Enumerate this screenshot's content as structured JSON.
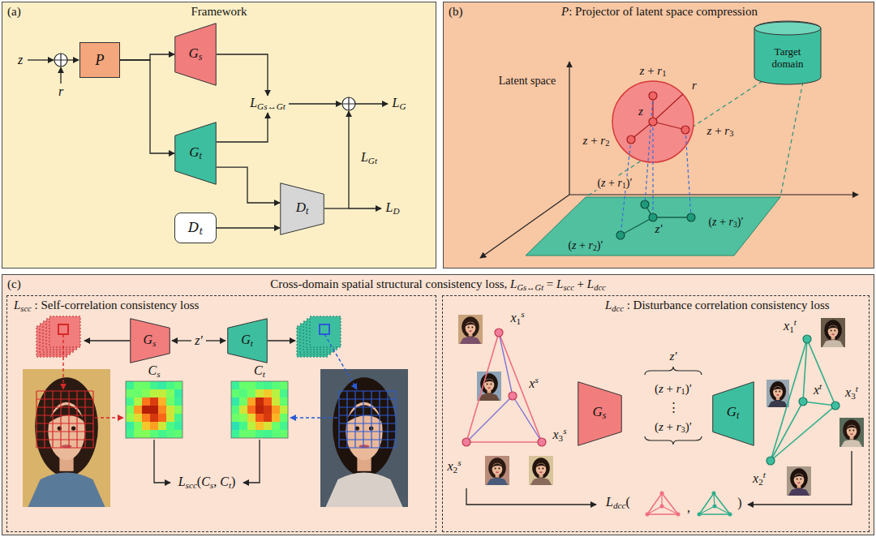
{
  "diagram": {
    "nodes": [
      {
        "text": [
          "(a)",
          "Framework"
        ]
      },
      {
        "text": [
          "P"
        ],
        "in": 0
      },
      {
        "text": [
          "Gs"
        ],
        "in": 0
      },
      {
        "text": [
          "Gt"
        ],
        "in": 0
      },
      {
        "text": [
          "Dt"
        ],
        "in": 0
      },
      {
        "text": [
          "Dt"
        ],
        "in": 0
      },
      {
        "text": [
          "(b)",
          "P: Projector of latent space compression"
        ]
      },
      {
        "text": [
          "Target domain"
        ],
        "in": 6
      },
      {
        "text": [
          "(c)",
          "Cross-domain spatial structural consistency loss, LGs↔Gt = Lscc + Ldcc"
        ]
      },
      {
        "text": [
          "Lscc : Self-correlation consistency loss"
        ],
        "in": 8
      },
      {
        "text": [
          "Gs"
        ],
        "in": 9
      },
      {
        "text": [
          "Gt"
        ],
        "in": 9
      },
      {
        "text": [
          "Ldcc : Disturbance correlation consistency loss"
        ],
        "in": 8
      },
      {
        "text": [
          "Gs"
        ],
        "in": 12
      },
      {
        "text": [
          "Gt"
        ],
        "in": 12
      }
    ],
    "edges": [
      {
        "from": 1,
        "to": 2,
        "arrow": "to"
      },
      {
        "from": 1,
        "to": 3,
        "arrow": "to"
      },
      {
        "from": 3,
        "to": 4,
        "arrow": "to"
      },
      {
        "from": 5,
        "to": 4,
        "arrow": "to"
      }
    ],
    "labels": [
      "z",
      "r",
      "LGs↔Gt",
      "LG",
      "LGt",
      "LD",
      "Latent space",
      "z + r1",
      "z",
      "z + r3",
      "z + r2",
      "r",
      "(z + r1)′",
      "z′",
      "(z + r3)′",
      "(z + r2)′",
      "z′",
      "Cs",
      "Ct",
      "Lscc(Cs, Ct)",
      "x1s",
      "xs",
      "x2s",
      "x3s",
      "x1t",
      "xt",
      "x3t",
      "x2t",
      "z′",
      "(z + r1)′",
      "⋮",
      "(z + r3)′",
      "Ldcc(",
      ",",
      ")"
    ]
  }
}
